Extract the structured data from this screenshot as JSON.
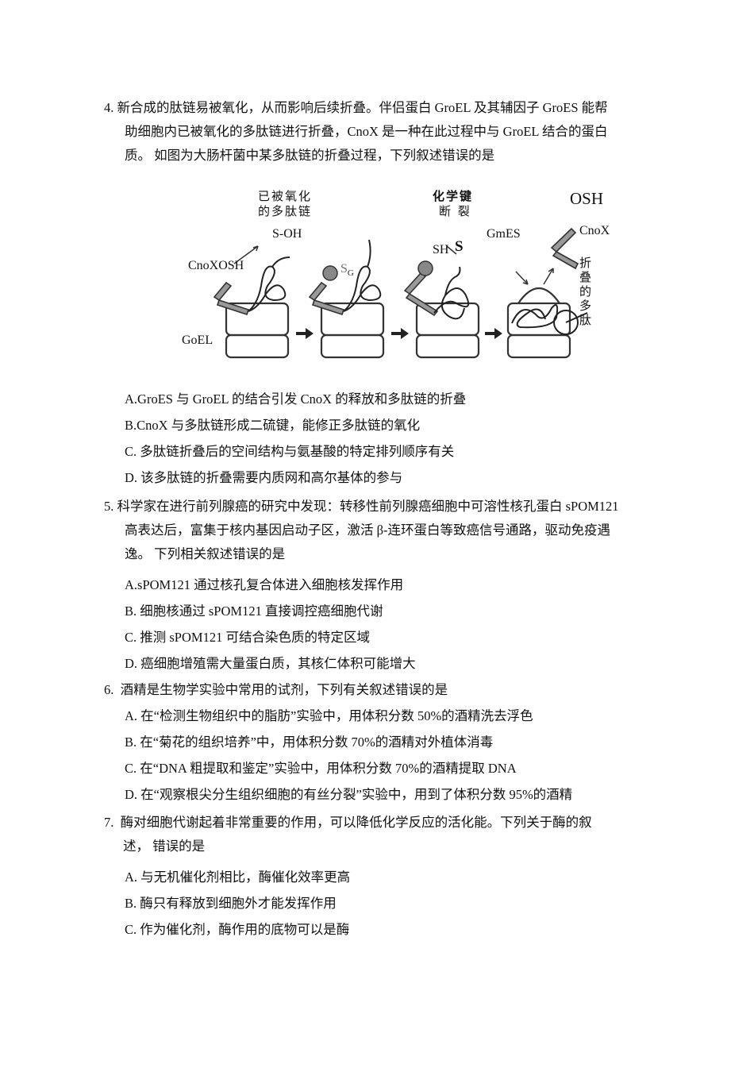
{
  "questions": [
    {
      "number": "4.",
      "stem_lines": [
        "新合成的肽链易被氧化，从而影响后续折叠。伴侣蛋白 GroEL 及其辅因子 GroES 能帮",
        "助细胞内已被氧化的多肽链进行折叠，CnoX 是一种在此过程中与 GroEL 结合的蛋白",
        "质。 如图为大肠杆菌中某多肽链的折叠过程，下列叙述错误的是"
      ],
      "figure": {
        "labels": {
          "oxidized_chain_line1": "已被氧化",
          "oxidized_chain_line2": "的多肽链",
          "s_oh": "S-OH",
          "cnoxosh": "CnoXOSH",
          "goel": "GoEL",
          "s_g": "S",
          "s_g_sub": "G",
          "bond_break_line1": "化学键",
          "bond_break_line2": "断 裂",
          "sh": "SH",
          "s": "S",
          "gmes": "GmES",
          "osh": "OSH",
          "cnox": "CnoX",
          "folded_peptide": "折叠的多肽"
        }
      },
      "options": [
        "A.GroES  与  GroEL  的结合引发 CnoX  的释放和多肽链的折叠",
        "B.CnoX  与多肽链形成二硫键，能修正多肽链的氧化",
        "C.  多肽链折叠后的空间结构与氨基酸的特定排列顺序有关",
        "D.  该多肽链的折叠需要内质网和高尔基体的参与"
      ]
    },
    {
      "number": "5.",
      "stem_lines": [
        "科学家在进行前列腺癌的研究中发现：转移性前列腺癌细胞中可溶性核孔蛋白 sPOM121",
        "高表达后，富集于核内基因启动子区，激活 β-连环蛋白等致癌信号通路，驱动免疫遇",
        "逸。 下列相关叙述错误的是"
      ],
      "options": [
        "A.sPOM121  通过核孔复合体进入细胞核发挥作用",
        "B.  细胞核通过 sPOM121 直接调控癌细胞代谢",
        "C.  推测 sPOM121 可结合染色质的特定区域",
        "D.  癌细胞增殖需大量蛋白质，其核仁体积可能增大"
      ]
    },
    {
      "number": "6.",
      "stem_lines": [
        "酒精是生物学实验中常用的试剂，下列有关叙述错误的是"
      ],
      "options": [
        "A.  在“检测生物组织中的脂肪”实验中，用体积分数 50%的酒精洗去浮色",
        "B.  在“菊花的组织培养”中，用体积分数 70%的酒精对外植体消毒",
        "C.  在“DNA  粗提取和鉴定”实验中，用体积分数 70%的酒精提取 DNA",
        "D.  在“观察根尖分生组织细胞的有丝分裂”实验中，用到了体积分数 95%的酒精"
      ]
    },
    {
      "number": "7.",
      "stem_lines": [
        "酶对细胞代谢起着非常重要的作用，可以降低化学反应的活化能。下列关于酶的叙",
        "述，  错误的是"
      ],
      "options": [
        "A.  与无机催化剂相比，酶催化效率更高",
        "B.  酶只有释放到细胞外才能发挥作用",
        "C.  作为催化剂，酶作用的底物可以是酶"
      ]
    }
  ]
}
